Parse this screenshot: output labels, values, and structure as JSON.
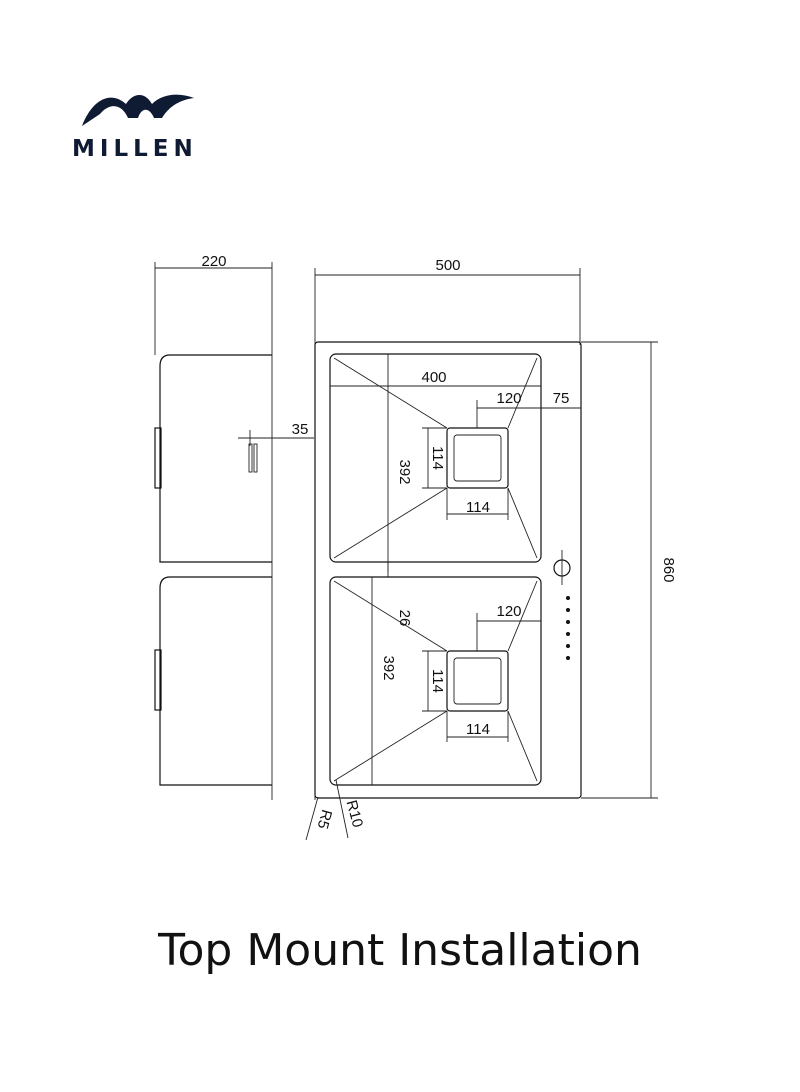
{
  "brand": {
    "name": "MILLEN",
    "logo_icon": "wave-logo-icon",
    "color": "#0f1a33"
  },
  "title": "Top Mount Installation",
  "dimensions": {
    "side_depth": "220",
    "overall_width": "500",
    "overall_length": "860",
    "side_offset": "35",
    "bowl_width_top": "400",
    "drain_offset_top": "120",
    "edge_margin": "75",
    "bowl_length_top": "392",
    "drain_height_top": "114",
    "drain_width_top": "114",
    "divider": "26",
    "drain_offset_bottom": "120",
    "bowl_length_bottom": "392",
    "drain_height_bottom": "114",
    "drain_width_bottom": "114",
    "corner_radius_outer": "R5",
    "corner_radius_inner": "R10"
  }
}
